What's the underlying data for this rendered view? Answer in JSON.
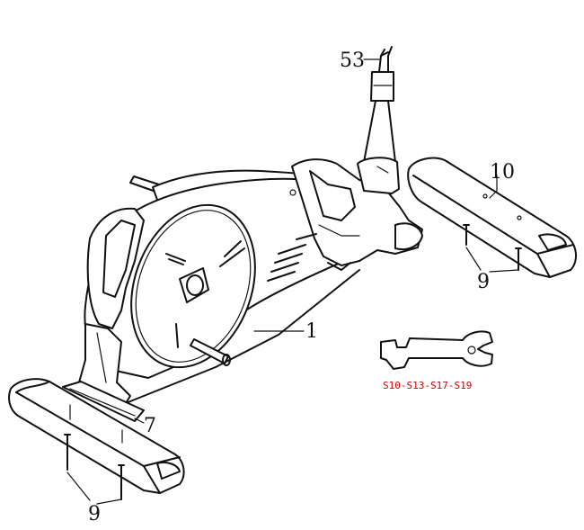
{
  "callouts": {
    "frame": "1",
    "rear_stabilizer": "7",
    "front_stabilizer": "10",
    "bolts_front": "9",
    "bolts_rear": "9",
    "post": "53"
  },
  "tool": {
    "caption": "S10-S13-S17-S19"
  }
}
